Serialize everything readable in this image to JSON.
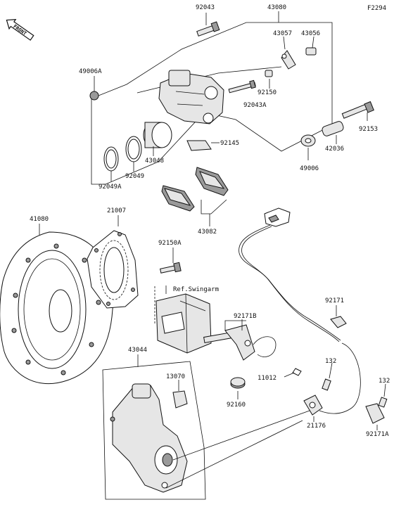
{
  "figure_code": "F2294",
  "front_label": "FRONT",
  "ref_label": "Ref.Swingarm",
  "part_numbers": {
    "p92043": "92043",
    "p43080": "43080",
    "p43057": "43057",
    "p43056": "43056",
    "p49006A": "49006A",
    "p92150": "92150",
    "p92043A": "92043A",
    "p92153": "92153",
    "p42036": "42036",
    "p49006": "49006",
    "p43048": "43048",
    "p92145": "92145",
    "p92049": "92049",
    "p92049A": "92049A",
    "p43082": "43082",
    "p41080": "41080",
    "p21007": "21007",
    "p92150A": "92150A",
    "p92171": "92171",
    "p92171B": "92171B",
    "p43044": "43044",
    "p13070": "13070",
    "p132a": "132",
    "p132b": "132",
    "p11012": "11012",
    "p92160": "92160",
    "p21176": "21176",
    "p92171A": "92171A"
  }
}
